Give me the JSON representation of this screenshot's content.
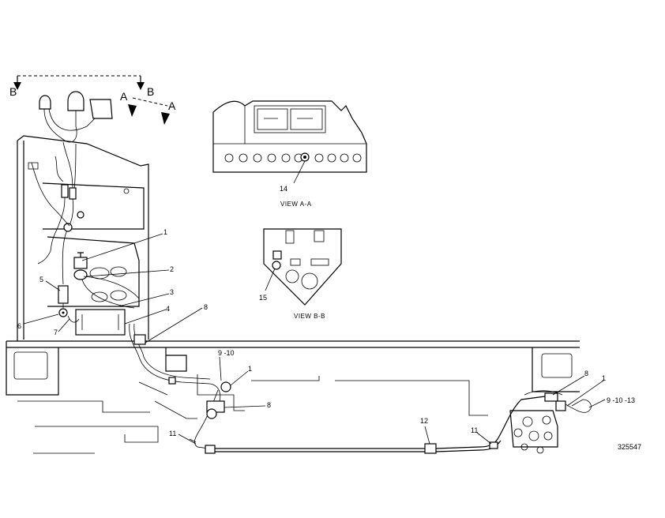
{
  "view_letters": {
    "a": "A",
    "b": "B"
  },
  "callouts": {
    "c1": "1",
    "c2": "2",
    "c3": "3",
    "c4": "4",
    "c5": "5",
    "c6": "6",
    "c7": "7",
    "c8": "8",
    "c9_10": "9 -10",
    "c11": "11",
    "c12": "12",
    "c9_10_13": "9 -10 -13",
    "c14": "14",
    "c15": "15"
  },
  "captions": {
    "view_aa": "VIEW  A-A",
    "view_bb": "VIEW  B-B"
  },
  "drawing_number": "325547"
}
